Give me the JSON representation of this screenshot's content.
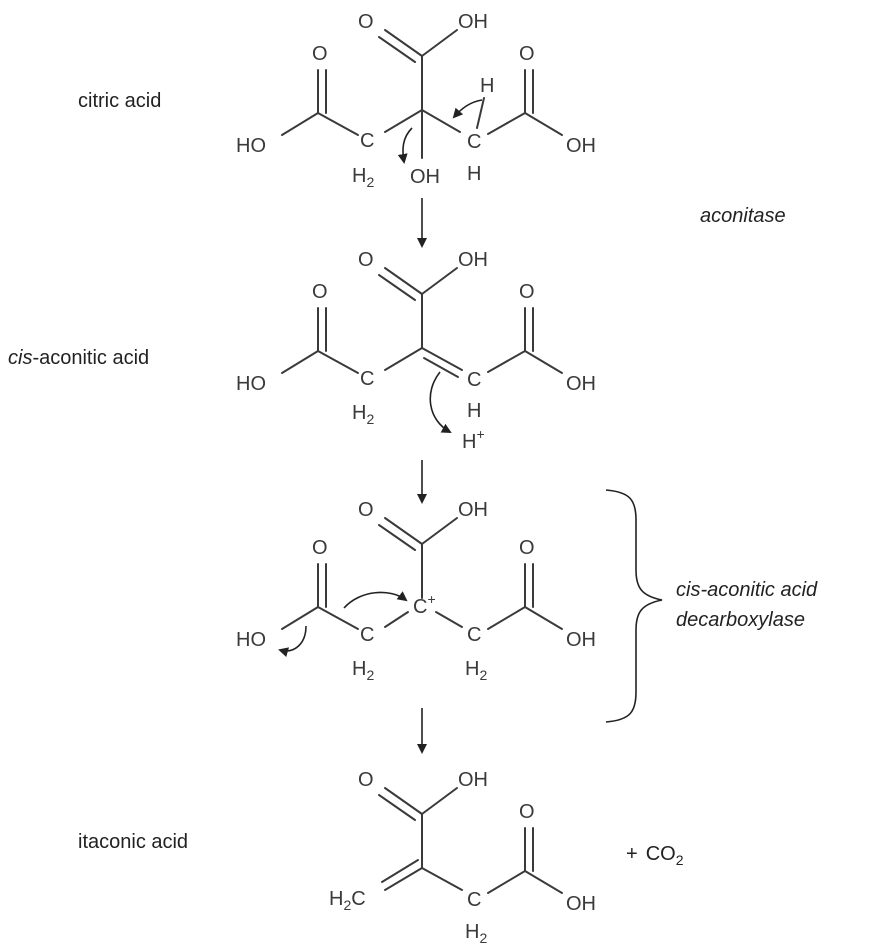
{
  "compounds": {
    "citric": "citric acid",
    "cis_prefix": "cis",
    "cis_rest": "-aconitic acid",
    "itaconic": "itaconic acid"
  },
  "enzymes": {
    "aconitase": "aconitase",
    "decarboxylase_line1": "cis-aconitic acid",
    "decarboxylase_line2": "decarboxylase"
  },
  "atoms": {
    "O": "O",
    "OH": "OH",
    "HO": "HO",
    "H": "H",
    "C": "C",
    "H2_H": "H",
    "H2_sub": "2",
    "Hplus_H": "H",
    "Hplus_sup": "+",
    "Cplus_C": "C",
    "Cplus_sup": "+"
  },
  "byproduct": {
    "plus": "+",
    "co": "CO",
    "sub": "2"
  }
}
